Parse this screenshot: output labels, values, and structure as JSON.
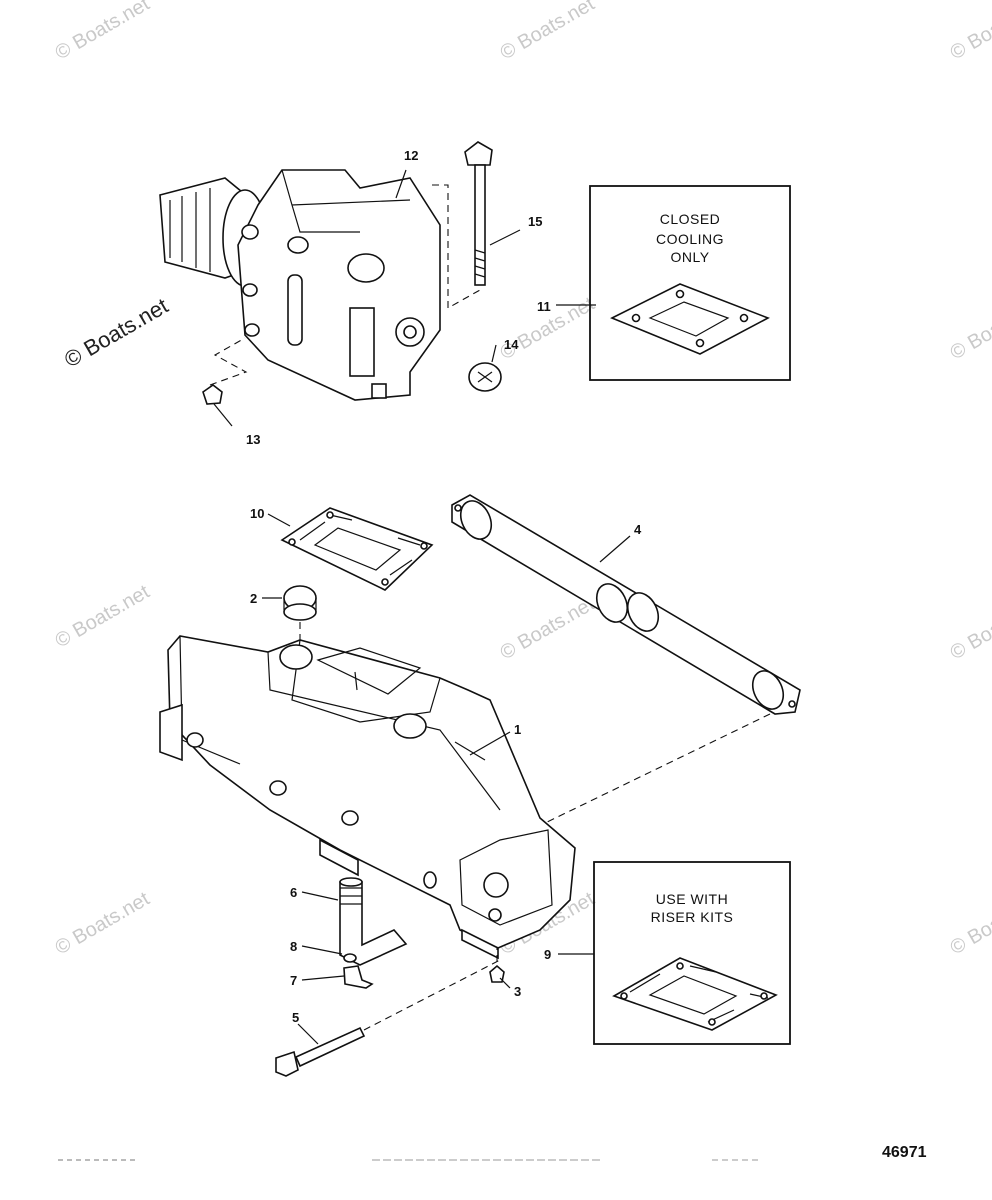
{
  "watermarks": {
    "brand": "© Boats.net",
    "dark": "© Boats.net"
  },
  "boxes": {
    "closed_cooling": {
      "line1": "CLOSED",
      "line2": "COOLING",
      "line3": "ONLY"
    },
    "riser_kits": {
      "line1": "USE WITH",
      "line2": "RISER KITS"
    }
  },
  "callouts": [
    "1",
    "2",
    "3",
    "4",
    "5",
    "6",
    "7",
    "8",
    "9",
    "10",
    "11",
    "12",
    "13",
    "14",
    "15"
  ],
  "figure_number": "46971"
}
